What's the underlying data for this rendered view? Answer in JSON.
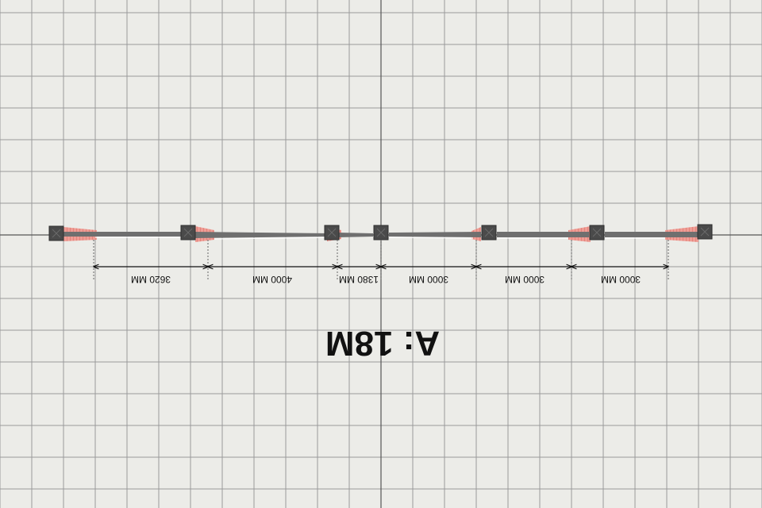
{
  "title": "A: 18M",
  "dimensions": [
    "3620 MM",
    "4000 MM",
    "1380 MM",
    "3000 MM",
    "3000 MM",
    "3000 MM"
  ],
  "posts": [
    "post-1",
    "post-2",
    "post-3",
    "post-4",
    "post-5",
    "post-6",
    "post-7"
  ],
  "colors": {
    "background": "#ecece8",
    "grid": "#9a9a9a",
    "axis": "#555555",
    "post": "#4a4a4a",
    "rail": "#6f6f6f",
    "brick": "#e8908a",
    "text": "#111111"
  }
}
